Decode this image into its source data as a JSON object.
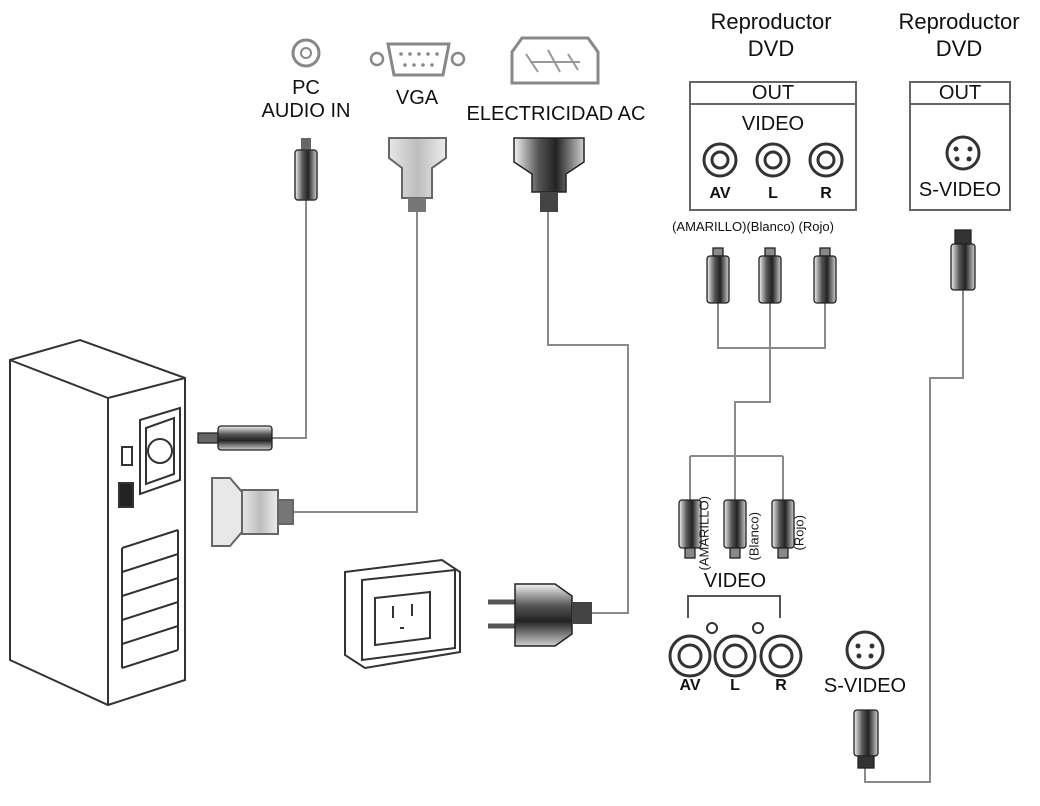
{
  "labels": {
    "pc_audio_in": [
      "PC",
      "AUDIO IN"
    ],
    "vga": "VGA",
    "electricity": "ELECTRICIDAD AC",
    "dvd_player_left": [
      "Reproductor",
      "DVD"
    ],
    "dvd_player_right": [
      "Reproductor",
      "DVD"
    ],
    "out": "OUT",
    "video": "VIDEO",
    "av": "AV",
    "l": "L",
    "r": "R",
    "s_video": "S-VIDEO",
    "cable_colors_top": "(AMARILLO)(Blanco) (Rojo)",
    "amarillo": "(AMARILLO)",
    "blanco": "(Blanco)",
    "rojo": "(Rojo)"
  },
  "icons": [
    "audio-jack-icon",
    "vga-port-icon",
    "ac-socket-icon",
    "rca-plug-icon",
    "svideo-plug-icon",
    "pc-tower-icon",
    "wall-outlet-icon",
    "power-plug-icon"
  ]
}
